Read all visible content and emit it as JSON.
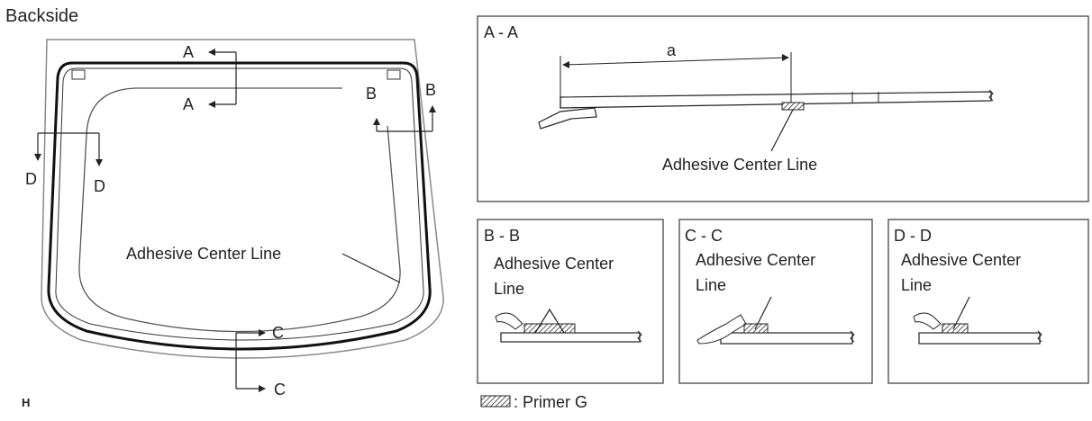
{
  "diagram": {
    "view_label": "Backside",
    "corner_code": "H",
    "main_view": {
      "callout_label": "Adhesive Center Line",
      "section_markers": {
        "a": "A",
        "b": "B",
        "c": "C",
        "d": "D"
      }
    },
    "sections": [
      {
        "id": "aa",
        "title": "A - A",
        "dimension_label": "a",
        "callout": "Adhesive Center Line"
      },
      {
        "id": "bb",
        "title": "B - B",
        "callout_line1": "Adhesive Center",
        "callout_line2": "Line"
      },
      {
        "id": "cc",
        "title": "C - C",
        "callout_line1": "Adhesive Center",
        "callout_line2": "Line"
      },
      {
        "id": "dd",
        "title": "D - D",
        "callout_line1": "Adhesive Center",
        "callout_line2": "Line"
      }
    ],
    "legend": {
      "swatch_icon": "hatched-primer-swatch",
      "text": ": Primer G"
    }
  }
}
